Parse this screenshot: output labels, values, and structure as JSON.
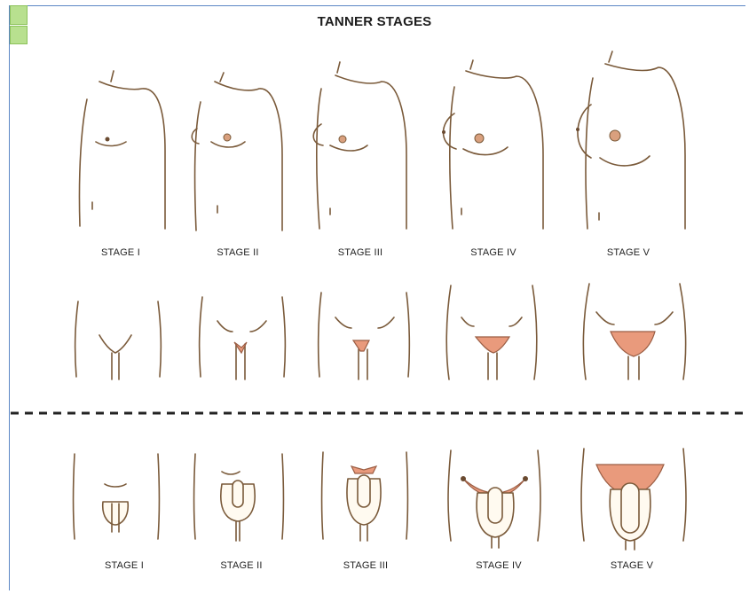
{
  "title": "TANNER STAGES",
  "female_stage_labels": [
    "STAGE I",
    "STAGE II",
    "STAGE III",
    "STAGE IV",
    "STAGE V"
  ],
  "male_stage_labels": [
    "STAGE I",
    "STAGE II",
    "STAGE III",
    "STAGE IV",
    "STAGE V"
  ],
  "colors": {
    "outline": "#7a5a3a",
    "skin": "#fffaf0",
    "pubic_hair": "#e99a7c",
    "divider": "#222222",
    "frame": "#5b86c5",
    "handle": "#b8e08f"
  }
}
